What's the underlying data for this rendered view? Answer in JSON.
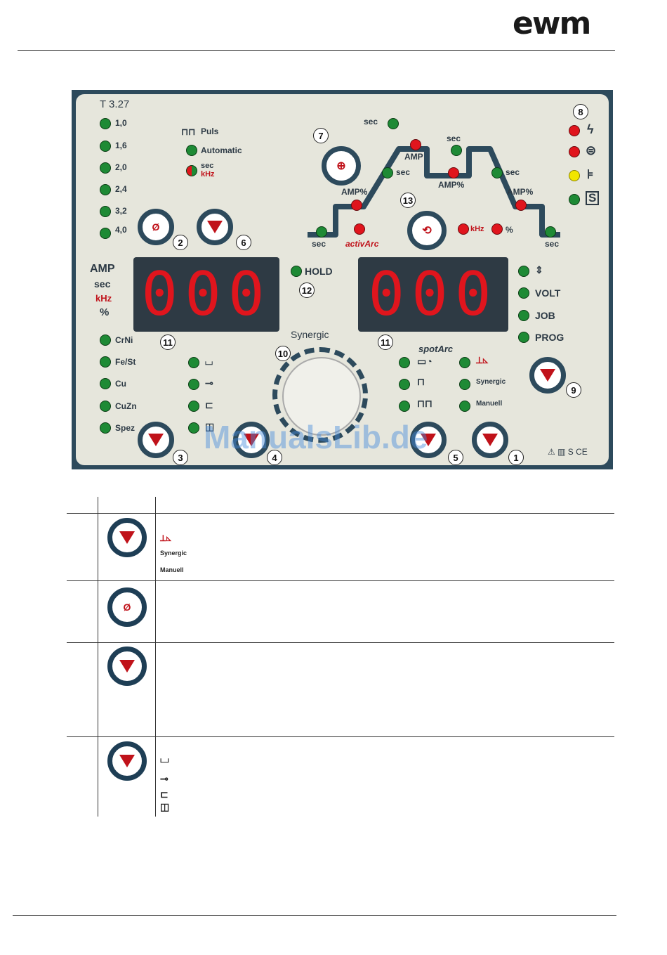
{
  "header": {
    "logo_text": "ewm"
  },
  "panel": {
    "model": "T 3.27",
    "diameters": [
      "1,0",
      "1,6",
      "2,0",
      "2,4",
      "3,2",
      "4,0"
    ],
    "puls_label": "Puls",
    "automatic_label": "Automatic",
    "sec_label": "sec",
    "khz_label": "kHz",
    "left_units": [
      "AMP",
      "sec",
      "kHz",
      "%"
    ],
    "left_display": "000",
    "right_display": "000",
    "hold_label": "HOLD",
    "right_modes": [
      "VOLT",
      "JOB",
      "PROG"
    ],
    "synergic_label": "Synergic",
    "materials": [
      "CrNi",
      "Fe/St",
      "Cu",
      "CuZn",
      "Spez"
    ],
    "spotarc_label": "spotArc",
    "synergic_small": "Synergic",
    "manuell_small": "Manuell",
    "activarc_label": "activArc",
    "curve_labels": {
      "amp": "AMP",
      "amp_pct": "AMP%",
      "sec": "sec",
      "khz": "kHz",
      "pct": "%"
    },
    "callouts": [
      "1",
      "2",
      "3",
      "4",
      "5",
      "6",
      "7",
      "8",
      "9",
      "10",
      "11",
      "11",
      "12",
      "13"
    ]
  },
  "watermark": "ManualsLib.de",
  "table": {
    "rows": [
      {
        "lines": [
          "Synergic",
          "Manuell"
        ]
      },
      {
        "lines": []
      },
      {
        "lines": []
      },
      {
        "lines": []
      }
    ]
  },
  "colors": {
    "panel_border": "#2d4a5c",
    "led_green": "#1e8a35",
    "led_red": "#e0151d",
    "accent_red": "#c0121a"
  }
}
